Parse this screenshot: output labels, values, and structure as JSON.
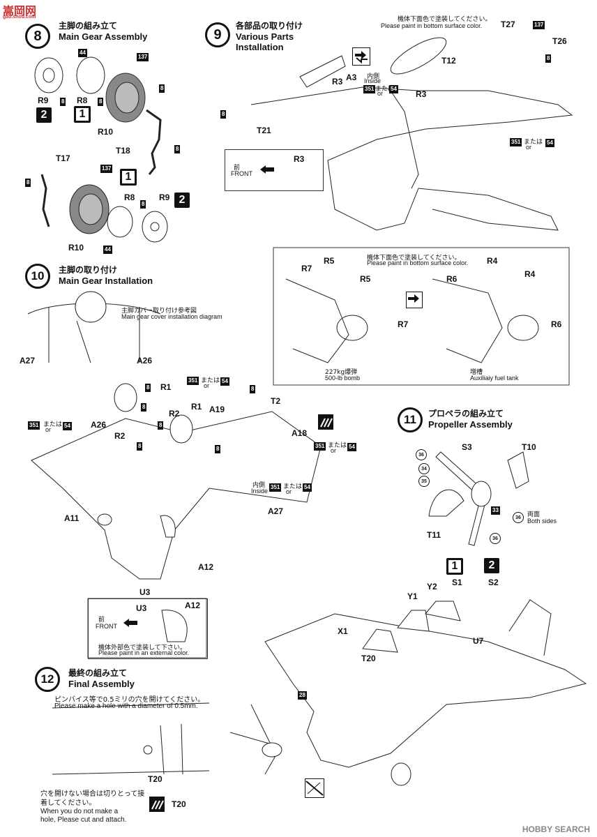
{
  "watermark": {
    "logo_text": "嵩岡网",
    "logo_sub": "gao.shou.com",
    "site": "HOBBY SEARCH"
  },
  "steps": {
    "s8": {
      "num": "8",
      "jp": "主脚の組み立て",
      "en": "Main Gear Assembly"
    },
    "s9": {
      "num": "9",
      "jp": "各部品の取り付け",
      "en": "Various Parts Installation"
    },
    "s10": {
      "num": "10",
      "jp": "主脚の取り付け",
      "en": "Main Gear Installation"
    },
    "s11": {
      "num": "11",
      "jp": "プロペラの組み立て",
      "en": "Propeller Assembly"
    },
    "s12": {
      "num": "12",
      "jp": "最終の組み立て",
      "en": "Final Assembly"
    }
  },
  "notes": {
    "bottom_paint_jp": "機体下面色で塗装してください。",
    "bottom_paint_en": "Please paint in bottom surface color.",
    "inside_jp": "内側",
    "inside_en": "Inside",
    "front_jp": "前",
    "front_en": "FRONT",
    "or_jp": "または",
    "or_en": "or",
    "bomb_jp": "227kg爆弾",
    "bomb_en": "500-lb bomb",
    "tank_jp": "増槽",
    "tank_en": "Auxiliaiy fuel tank",
    "cover_jp": "主脚カバー取り付け参考図",
    "cover_en": "Main gear cover installation diagram",
    "ext_paint_jp": "機体外部色で塗装して下さい。",
    "ext_paint_en": "Please paint in an external color.",
    "both_jp": "両面",
    "both_en": "Both sides",
    "hole_jp": "ピンバイス等で0.5ミリの穴を開けてください。",
    "hole_en": "Please make a hole with a diameter of 0.5mm.",
    "nohole_jp": "穴を開けない場合は切りとって接着してください。",
    "nohole_en_1": "When you do not make a",
    "nohole_en_2": "hole, Please cut and attach."
  },
  "paints": {
    "p8": "8",
    "p44": "44",
    "p137": "137",
    "p351": "351",
    "p54": "54",
    "p36": "36",
    "p34": "34",
    "p35": "35",
    "p33": "33",
    "p28": "28"
  },
  "options": {
    "o1": "1",
    "o2": "2"
  },
  "parts": {
    "R9": "R9",
    "R8": "R8",
    "R10": "R10",
    "T18": "T18",
    "T17": "T17",
    "T21": "T21",
    "R3": "R3",
    "A3": "A3",
    "T27": "T27",
    "T26": "T26",
    "T12": "T12",
    "R5": "R5",
    "R7": "R7",
    "R4": "R4",
    "R6": "R6",
    "A27": "A27",
    "A26": "A26",
    "R1": "R1",
    "R2": "R2",
    "A19": "A19",
    "T2": "T2",
    "A18": "A18",
    "A11": "A11",
    "A12": "A12",
    "U3": "U3",
    "S3": "S3",
    "T10": "T10",
    "T11": "T11",
    "S1": "S1",
    "S2": "S2",
    "Y1": "Y1",
    "Y2": "Y2",
    "X1": "X1",
    "U7": "U7",
    "T20": "T20"
  }
}
